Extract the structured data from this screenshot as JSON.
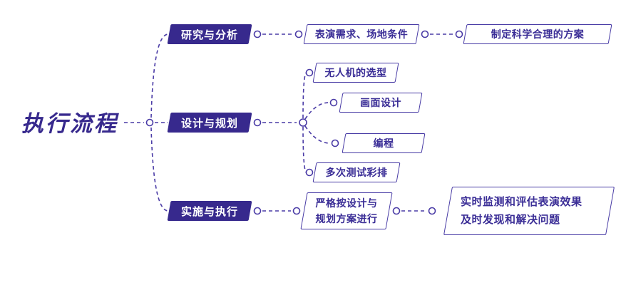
{
  "root": {
    "label": "执行流程"
  },
  "branches": [
    {
      "label": "研究与分析",
      "children": [
        {
          "label": "表演需求、场地条件",
          "children": [
            {
              "label": "制定科学合理的方案"
            }
          ]
        }
      ]
    },
    {
      "label": "设计与规划",
      "children": [
        {
          "label": "无人机的选型"
        },
        {
          "label": "画面设计"
        },
        {
          "label": "编程"
        },
        {
          "label": "多次测试彩排"
        }
      ]
    },
    {
      "label": "实施与执行",
      "children": [
        {
          "lines": [
            "严格按设计与",
            "规划方案进行"
          ],
          "children": [
            {
              "lines": [
                "实时监测和评估表演效果",
                "及时发现和解决问题"
              ]
            }
          ]
        }
      ]
    }
  ],
  "colors": {
    "primary": "#37298D",
    "border": "#4639A4",
    "text": "#3A2D96",
    "line": "#4A3BA6",
    "background": "#FFFFFF"
  }
}
